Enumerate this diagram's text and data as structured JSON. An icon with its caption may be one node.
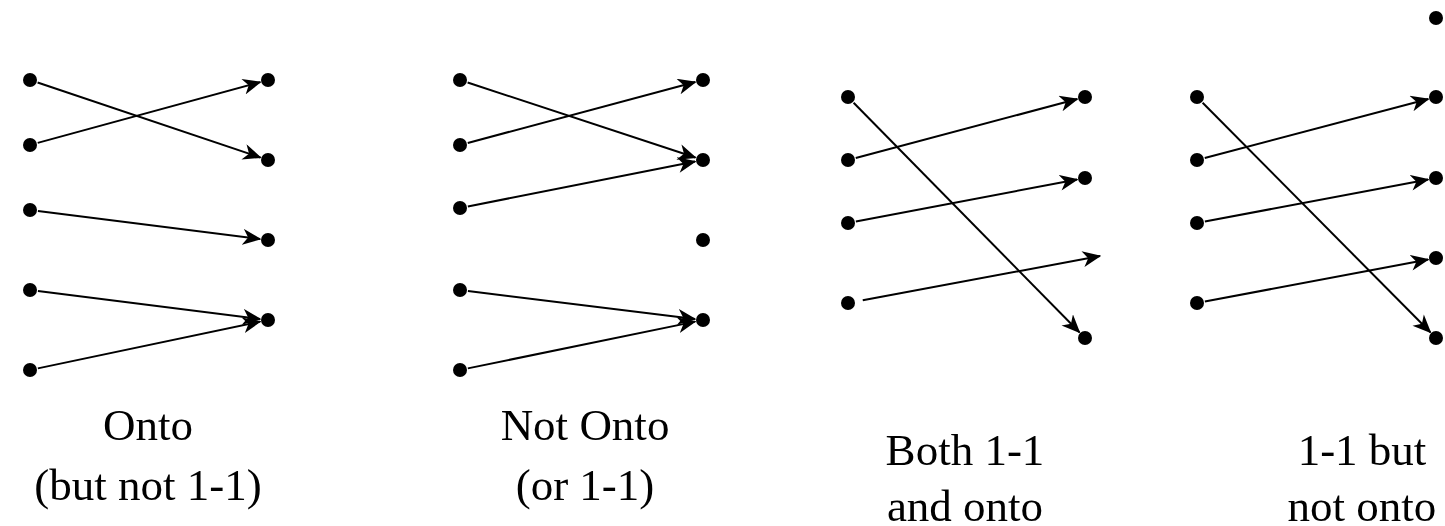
{
  "diagram": {
    "nodes": [
      {
        "text": [],
        "shape": "circle"
      },
      {
        "text": [],
        "shape": "circle"
      },
      {
        "text": [],
        "shape": "circle"
      },
      {
        "text": [],
        "shape": "circle"
      },
      {
        "text": [],
        "shape": "circle"
      },
      {
        "text": [],
        "shape": "circle"
      },
      {
        "text": [],
        "shape": "circle"
      },
      {
        "text": [],
        "shape": "circle"
      },
      {
        "text": [],
        "shape": "circle"
      },
      {
        "text": [],
        "shape": "circle"
      },
      {
        "text": [],
        "shape": "circle"
      },
      {
        "text": [],
        "shape": "circle"
      },
      {
        "text": [],
        "shape": "circle"
      },
      {
        "text": [],
        "shape": "circle"
      },
      {
        "text": [],
        "shape": "circle"
      },
      {
        "text": [],
        "shape": "circle"
      },
      {
        "text": [],
        "shape": "circle"
      },
      {
        "text": [],
        "shape": "circle"
      },
      {
        "text": [],
        "shape": "circle"
      },
      {
        "text": [],
        "shape": "circle"
      },
      {
        "text": [],
        "shape": "circle"
      },
      {
        "text": [],
        "shape": "circle"
      },
      {
        "text": [],
        "shape": "circle"
      },
      {
        "text": [],
        "shape": "circle"
      },
      {
        "text": [],
        "shape": "circle"
      },
      {
        "text": [],
        "shape": "circle"
      },
      {
        "text": [],
        "shape": "circle"
      },
      {
        "text": [],
        "shape": "circle"
      },
      {
        "text": [],
        "shape": "circle"
      },
      {
        "text": [],
        "shape": "circle"
      },
      {
        "text": [],
        "shape": "circle"
      },
      {
        "text": [],
        "shape": "circle"
      },
      {
        "text": [],
        "shape": "circle"
      },
      {
        "text": [],
        "shape": "circle"
      }
    ],
    "edges": [
      {
        "from": 0,
        "to": 6,
        "arrow": "to"
      },
      {
        "from": 1,
        "to": 5,
        "arrow": "to"
      },
      {
        "from": 2,
        "to": 7,
        "arrow": "to"
      },
      {
        "from": 3,
        "to": 8,
        "arrow": "to"
      },
      {
        "from": 4,
        "to": 8,
        "arrow": "to"
      },
      {
        "from": 9,
        "to": 15,
        "arrow": "to"
      },
      {
        "from": 10,
        "to": 14,
        "arrow": "to"
      },
      {
        "from": 11,
        "to": 15,
        "arrow": "to"
      },
      {
        "from": 12,
        "to": 17,
        "arrow": "to"
      },
      {
        "from": 13,
        "to": 17,
        "arrow": "to"
      },
      {
        "from": 18,
        "to": 24,
        "arrow": "to"
      },
      {
        "from": 19,
        "to": 22,
        "arrow": "to"
      },
      {
        "from": 20,
        "to": 23,
        "arrow": "to"
      },
      {
        "from": 21,
        "to": null,
        "arrow": "to"
      },
      {
        "from": 25,
        "to": 33,
        "arrow": "to"
      },
      {
        "from": 26,
        "to": 30,
        "arrow": "to"
      },
      {
        "from": 27,
        "to": 31,
        "arrow": "to"
      },
      {
        "from": 28,
        "to": 32,
        "arrow": "to"
      }
    ],
    "labels": [
      "Onto",
      "(but not 1-1)",
      "Not Onto",
      "(or 1-1)",
      "Both 1-1",
      "and onto",
      "1-1 but",
      "not onto"
    ]
  }
}
